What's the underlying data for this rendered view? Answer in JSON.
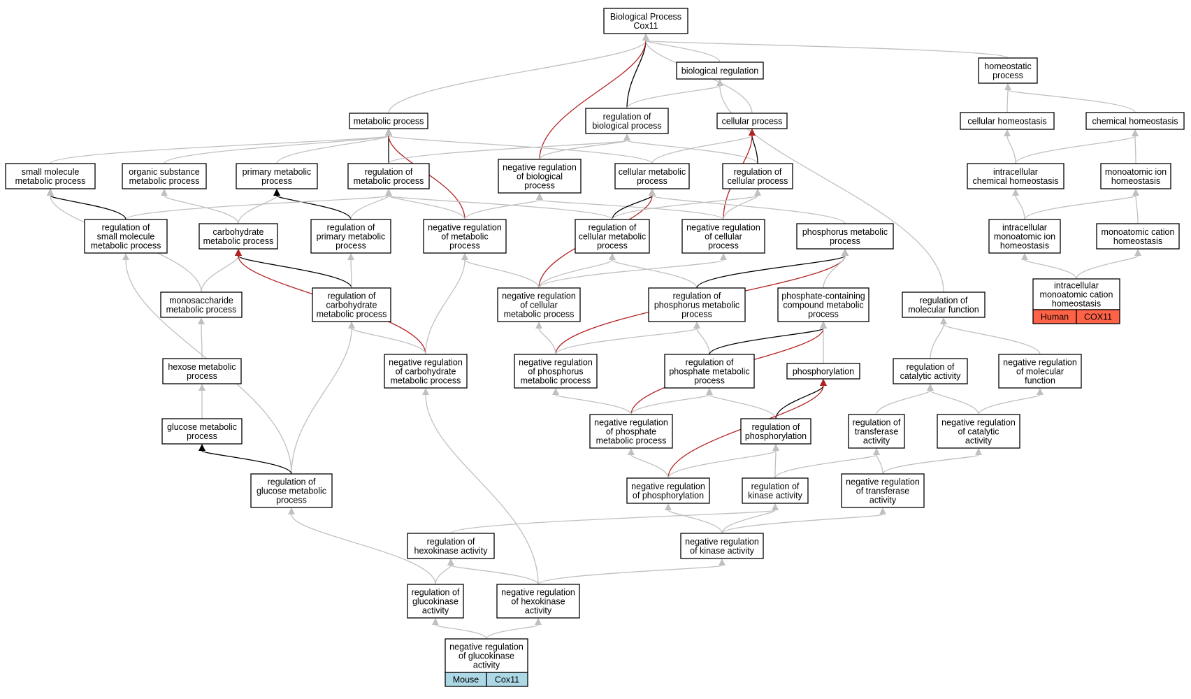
{
  "colors": {
    "gray": "#c0c0c0",
    "black": "#000000",
    "red": "#b22222",
    "human": "#ff6347",
    "mouse": "#add8e6"
  },
  "nodes": {
    "bp": "Biological Process\nCox11",
    "bioreg": "biological regulation",
    "homeo": "homeostatic\nprocess",
    "metab": "metabolic process",
    "regbio": "regulation of\nbiological process",
    "cellproc": "cellular process",
    "cellhomeo": "cellular homeostasis",
    "chemhomeo": "chemical homeostasis",
    "smallmol": "small molecule\nmetabolic process",
    "orgsub": "organic substance\nmetabolic process",
    "primary": "primary metabolic\nprocess",
    "regmetab": "regulation of\nmetabolic process",
    "negregbio": "negative regulation\nof biological\nprocess",
    "cellmetab": "cellular metabolic\nprocess",
    "regcell": "regulation of\ncellular process",
    "intrachem": "intracellular\nchemical homeostasis",
    "ionhomeo": "monoatomic ion\nhomeostasis",
    "regsmall": "regulation of\nsmall molecule\nmetabolic process",
    "carbo": "carbohydrate\nmetabolic process",
    "regprimary": "regulation of\nprimary metabolic\nprocess",
    "negregmetab": "negative regulation\nof metabolic\nprocess",
    "regcellmetab": "regulation of\ncellular metabolic\nprocess",
    "negregcell": "negative regulation\nof cellular\nprocess",
    "phosmetab": "phosphorus metabolic\nprocess",
    "intraion": "intracellular\nmonoatomic ion\nhomeostasis",
    "cationhomeo": "monoatomic cation\nhomeostasis",
    "intracation": "intracellular\nmonoatomic cation\nhomeostasis",
    "monosac": "monosaccharide\nmetabolic process",
    "regcarbo": "regulation of\ncarbohydrate\nmetabolic process",
    "negregcellmetab": "negative regulation\nof cellular\nmetabolic process",
    "regphosmetab": "regulation of\nphosphorus metabolic\nprocess",
    "phosphate": "phosphate-containing\ncompound metabolic\nprocess",
    "regmolfunc": "regulation of\nmolecular function",
    "hexose": "hexose metabolic\nprocess",
    "negregcarbo": "negative regulation\nof carbohydrate\nmetabolic process",
    "negregphos": "negative regulation\nof phosphorus\nmetabolic process",
    "regphosphate": "regulation of\nphosphate metabolic\nprocess",
    "phosphorylation": "phosphorylation",
    "regcatal": "regulation of\ncatalytic activity",
    "negregmolfunc": "negative regulation\nof molecular\nfunction",
    "glucose": "glucose metabolic\nprocess",
    "negregphosphate": "negative regulation\nof phosphate\nmetabolic process",
    "regphosphorylation": "regulation of\nphosphorylation",
    "regtransf": "regulation of\ntransferase\nactivity",
    "negregcatal": "negative regulation\nof catalytic\nactivity",
    "regglucose": "regulation of\nglucose metabolic\nprocess",
    "negregphosphorylation": "negative regulation\nof phosphorylation",
    "regkinase": "regulation of\nkinase activity",
    "negregtransf": "negative regulation\nof transferase\nactivity",
    "reghexo": "regulation of\nhexokinase activity",
    "negregkinase": "negative regulation\nof kinase activity",
    "regglucok": "regulation of\nglucokinase\nactivity",
    "negreghexo": "negative regulation\nof hexokinase\nactivity",
    "negregglucok": "negative regulation\nof glucokinase\nactivity"
  },
  "annotations": {
    "intracation": [
      "Human",
      "COX11"
    ],
    "negregglucok": [
      "Mouse",
      "Cox11"
    ]
  }
}
